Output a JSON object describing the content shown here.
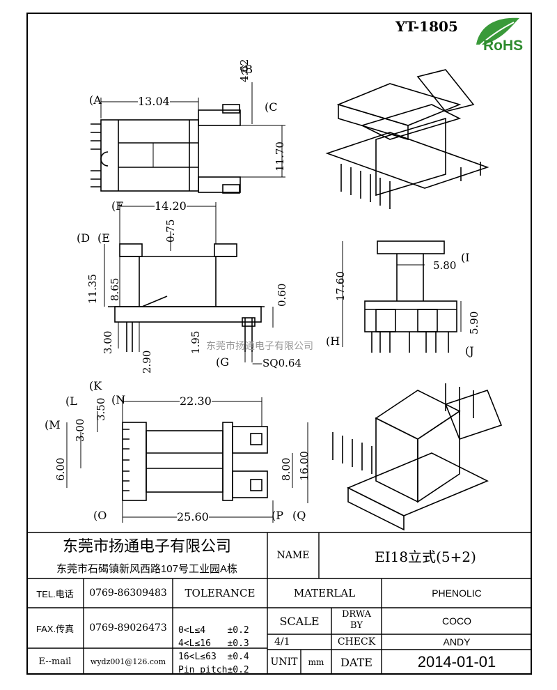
{
  "header": {
    "part_code": "YT-1805",
    "rohs": "RoHS"
  },
  "dims_view1": {
    "label_A": "A",
    "label_B": "B",
    "label_C": "C",
    "width": "13.04",
    "top": "4.62",
    "height": "11.70"
  },
  "dims_view2": {
    "label_D": "D",
    "label_E": "E",
    "label_F": "F",
    "label_G": "G",
    "width": "14.20",
    "flange": "0.75",
    "h1": "11.35",
    "h2": "8.65",
    "base": "0.60",
    "pin_len": "3.00",
    "pin_off": "2.90",
    "pin_gap": "1.95",
    "pin_sq": "SQ0.64"
  },
  "dims_side": {
    "label_H": "H",
    "label_I": "I",
    "label_J": "J",
    "height": "17.60",
    "slot": "5.80",
    "pin": "5.90"
  },
  "dims_view3": {
    "label_K": "K",
    "label_L": "L",
    "label_M": "M",
    "label_N": "N",
    "label_O": "O",
    "label_P": "P",
    "label_Q": "Q",
    "inner": "22.30",
    "outer": "25.60",
    "k": "3.50",
    "l": "3.00",
    "m": "6.00",
    "h_in": "8.00",
    "h_out": "16.00"
  },
  "watermark": "东莞市扬通电子有限公司",
  "title_block": {
    "company": "东莞市扬通电子有限公司",
    "address": "东莞市石碣镇新风西路107号工业园A栋",
    "name_label": "NAME",
    "name_value": "EI18立式(5+2)",
    "tel_label": "TEL.电话",
    "tel_value": "0769-86309483",
    "fax_label": "FAX.传真",
    "fax_value": "0769-89026473",
    "email_label": "E--mail",
    "email_value": "wydz001@126.com",
    "tolerance_label": "TOLERANCE",
    "tol1": "0<L≤4    ±0.2",
    "tol2": "4<L≤16   ±0.3",
    "tol3": "16<L≤63  ±0.4",
    "tol4": "Pin pitch±0.2",
    "material_label": "MATERLAL",
    "material_value": "PHENOLIC",
    "scale_label": "SCALE",
    "scale_value": "4/1",
    "drwa_label_1": "DRWA",
    "drwa_label_2": "BY",
    "drwa_value": "COCO",
    "check_label": "CHECK",
    "check_value": "ANDY",
    "unit_label": "UNIT",
    "unit_value": "mm",
    "date_label": "DATE",
    "date_value": "2014-01-01"
  }
}
